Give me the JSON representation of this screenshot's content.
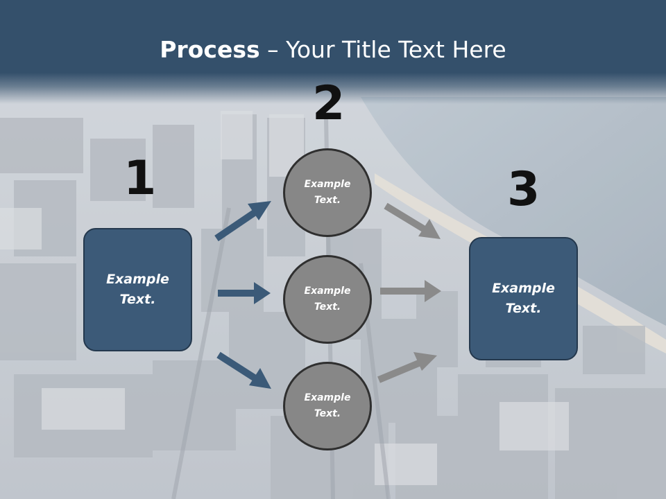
{
  "title": {
    "bold": "Process",
    "rest": " – Your Title Text Here"
  },
  "steps": {
    "one": {
      "number": "1",
      "label_line1": "Example",
      "label_line2": "Text."
    },
    "two": {
      "number": "2"
    },
    "three": {
      "number": "3",
      "label_line1": "Example",
      "label_line2": "Text."
    }
  },
  "circles": [
    {
      "line1": "Example",
      "line2": "Text."
    },
    {
      "line1": "Example",
      "line2": "Text."
    },
    {
      "line1": "Example",
      "line2": "Text."
    }
  ],
  "colors": {
    "header": "#34506b",
    "box": "#3c5a78",
    "circle": "#878787",
    "arrow_blue": "#3b5a78",
    "arrow_gray": "#8a8a8a"
  }
}
